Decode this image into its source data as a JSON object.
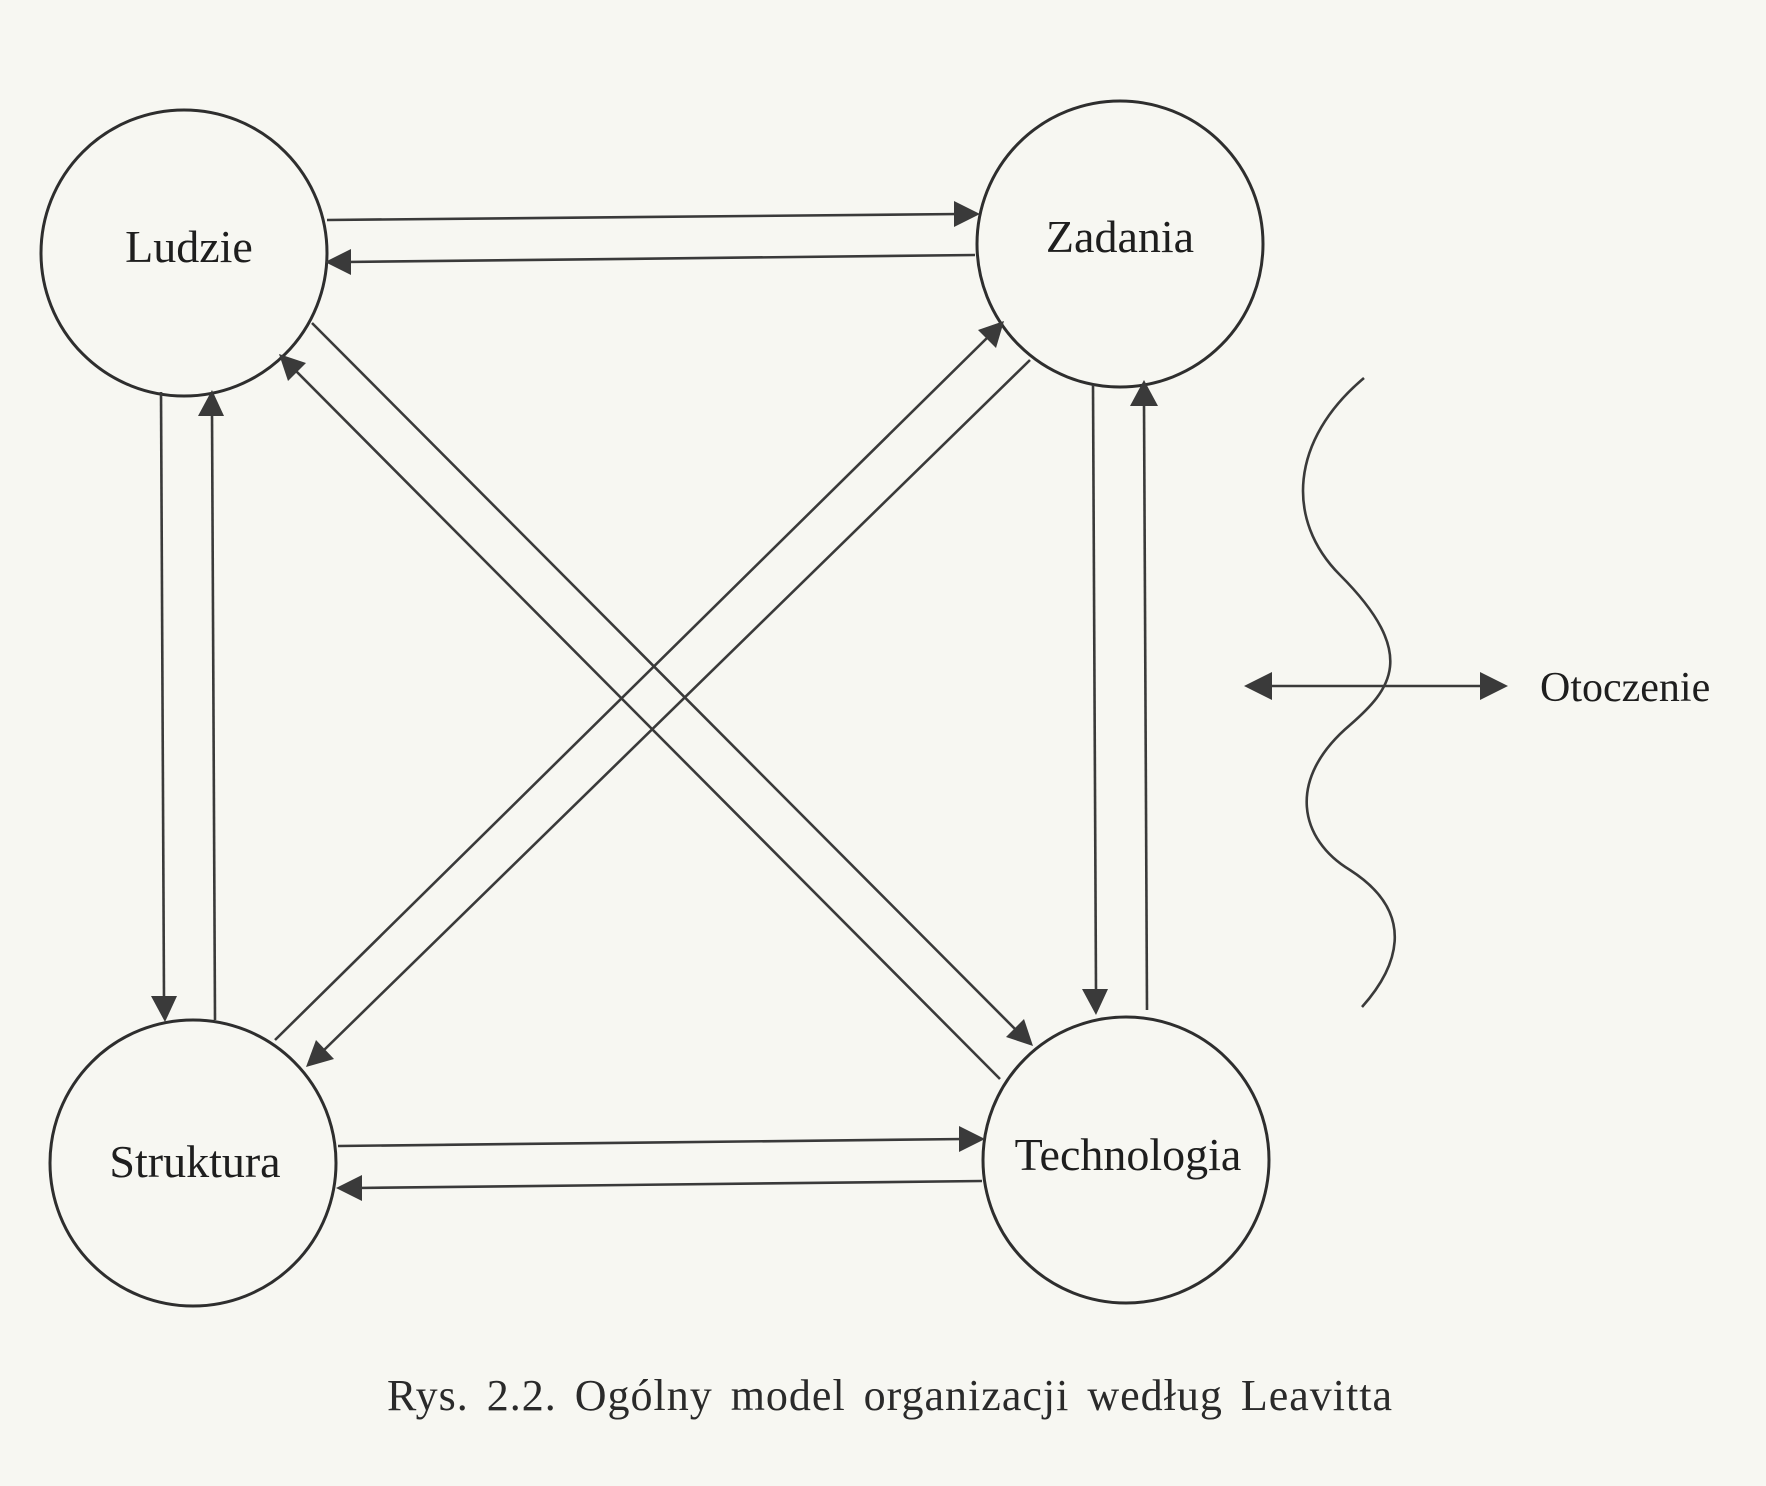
{
  "nodes": {
    "ludzie": {
      "label": "Ludzie"
    },
    "zadania": {
      "label": "Zadania"
    },
    "struktura": {
      "label": "Struktura"
    },
    "technologia": {
      "label": "Technologia"
    }
  },
  "environment": {
    "label": "Otoczenie"
  },
  "caption": "Rys. 2.2. Ogólny model organizacji według Leavitta",
  "connections": [
    {
      "from": "ludzie",
      "to": "zadania",
      "bidirectional": true
    },
    {
      "from": "ludzie",
      "to": "struktura",
      "bidirectional": true
    },
    {
      "from": "zadania",
      "to": "technologia",
      "bidirectional": true
    },
    {
      "from": "struktura",
      "to": "technologia",
      "bidirectional": true
    },
    {
      "from": "ludzie",
      "to": "technologia",
      "bidirectional": true
    },
    {
      "from": "zadania",
      "to": "struktura",
      "bidirectional": true
    }
  ]
}
